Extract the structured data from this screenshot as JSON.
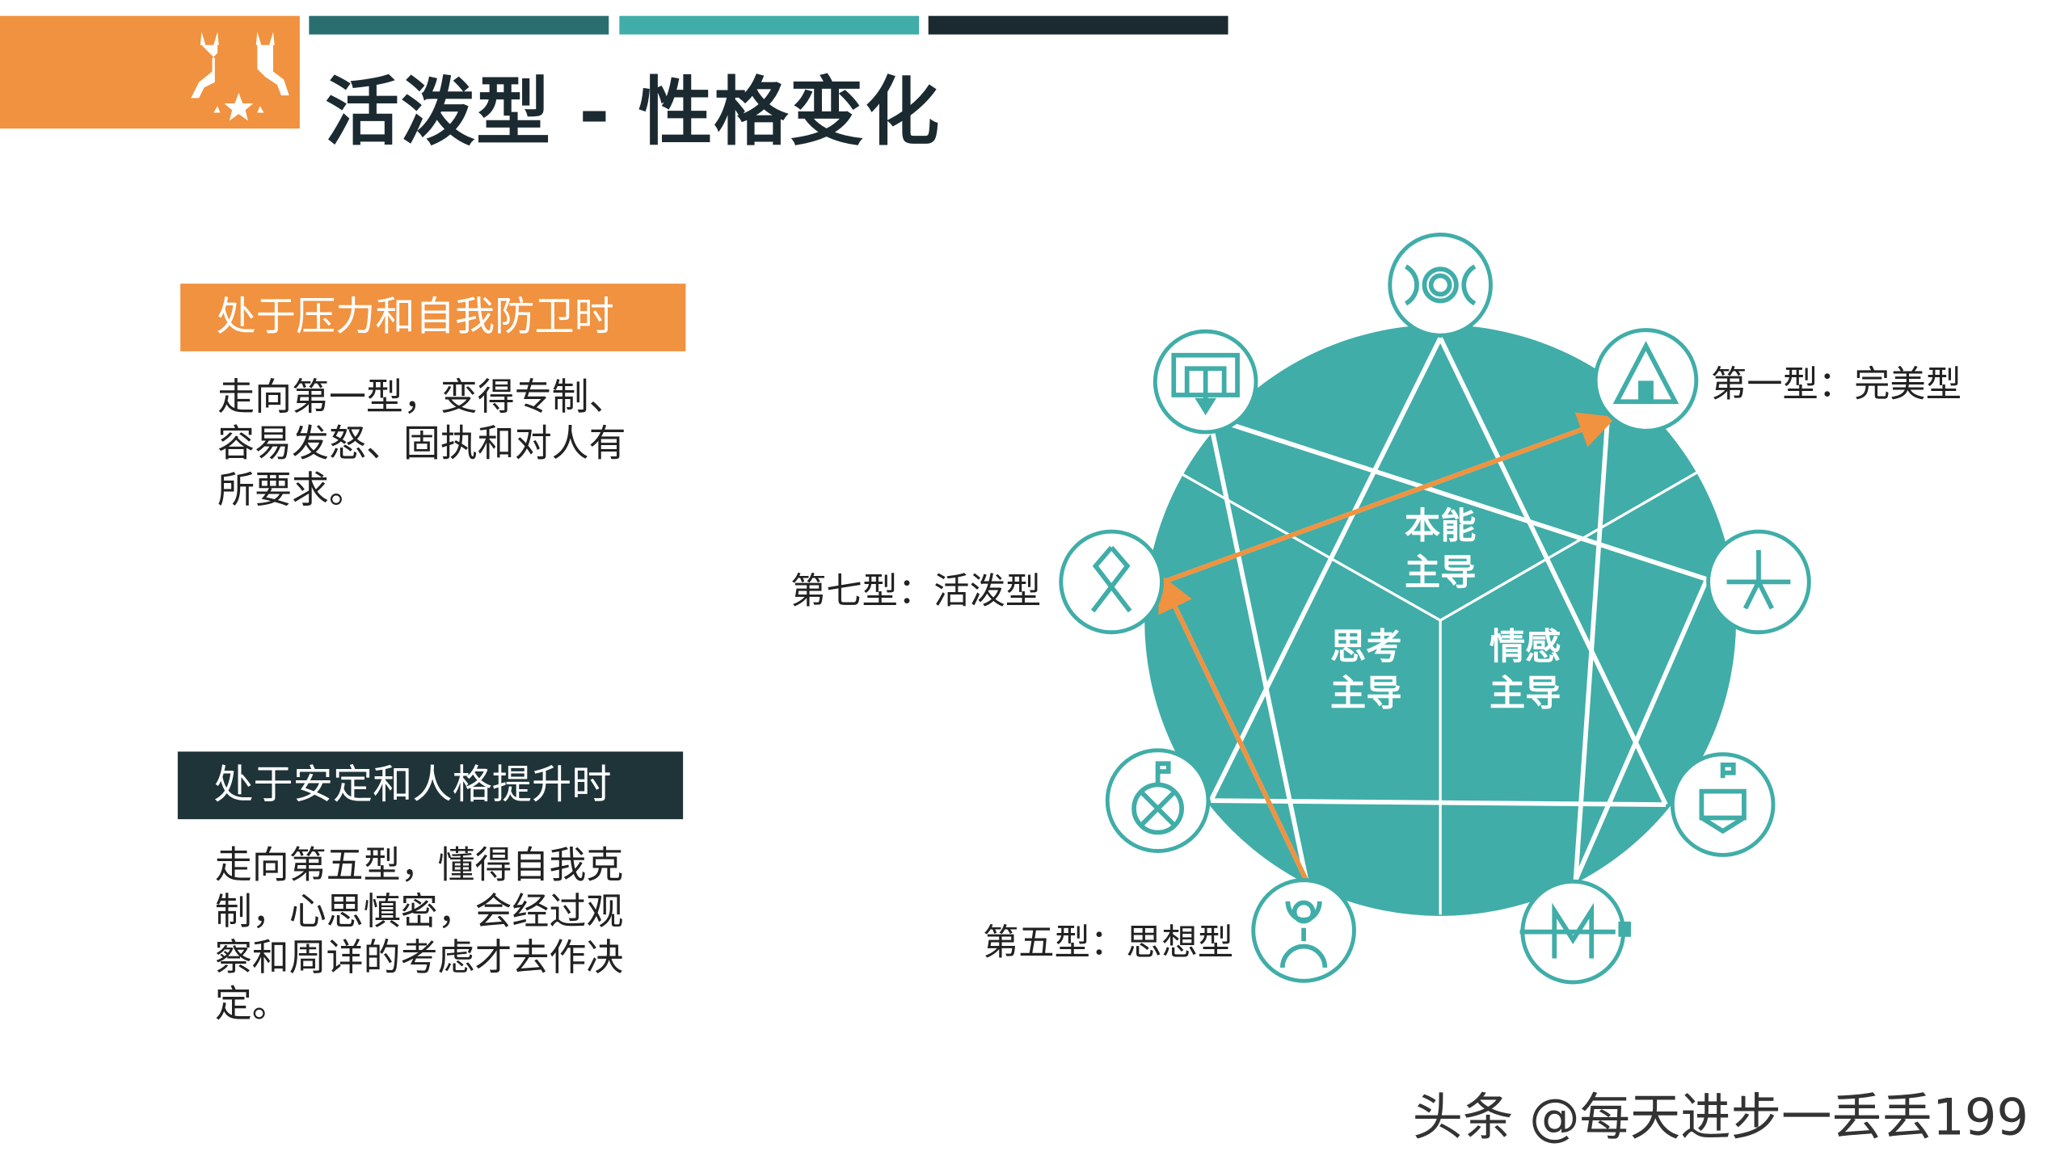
{
  "header": {
    "title": "活泼型 - 性格变化",
    "logo": "twin-deer-stars-logo",
    "colors": {
      "orange": "#f0923f",
      "dark_teal": "#2a6e70",
      "teal": "#40ada8",
      "dark": "#1b2a30"
    }
  },
  "stress": {
    "label": "处于压力和自我防卫时",
    "lines": [
      "走向第一型，变得专制、",
      "容易发怒、固执和对人有",
      "所要求。"
    ]
  },
  "growth": {
    "label": "处于安定和人格提升时",
    "lines": [
      "走向第五型，懂得自我克",
      "制，心思慎密，会经过观",
      "察和周详的考虑才去作决",
      "定。"
    ]
  },
  "diagram": {
    "labels": {
      "type1": "第一型：完美型",
      "type7": "第七型：活泼型",
      "type5": "第五型：思想型"
    },
    "centers": {
      "instinct": [
        "本能",
        "主导"
      ],
      "thinking": [
        "思考",
        "主导"
      ],
      "feeling": [
        "情感",
        "主导"
      ]
    },
    "icons": [
      "type9-moon-icon",
      "type1-tent-icon",
      "type2-cross-icon",
      "type3-flag-box-icon",
      "type4-m-icon",
      "type5-person-icon",
      "type6-flag-x-icon",
      "type7-ribbon-icon",
      "type8-gate-icon"
    ],
    "arrows": [
      {
        "from": 5,
        "to": 7
      },
      {
        "from": 7,
        "to": 1
      }
    ]
  },
  "watermark": "头条 @每天进步一丢丢199"
}
